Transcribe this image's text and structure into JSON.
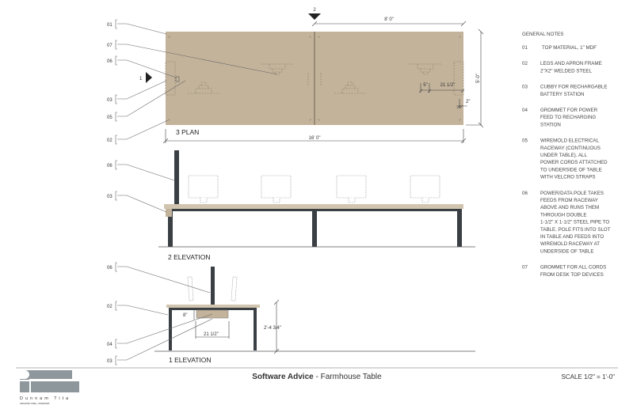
{
  "plan": {
    "title": "3  PLAN",
    "dim_total": "16' 0\"",
    "dim_half": "8' 0\"",
    "dim_depth": "5'-0\"",
    "dim_5": "5\"",
    "dim_21": "21 1/2\"",
    "dim_2": "2\"",
    "section_1": "1",
    "section_2": "2",
    "tags": [
      "01",
      "07",
      "06",
      "03",
      "05",
      "02"
    ],
    "top_color": "#c3b39b"
  },
  "elevation2": {
    "title": "2  ELEVATION",
    "tags": [
      "06",
      "03"
    ]
  },
  "elevation1": {
    "title": "1  ELEVATION",
    "tags": [
      "06",
      "02",
      "04",
      "03"
    ],
    "dim_height": "2'-4 3/4\"",
    "dim_8": "8\"",
    "dim_21": "21 1/2\""
  },
  "notes": {
    "heading": "GENERAL NOTES",
    "items": [
      {
        "num": "01",
        "lines": [
          "TOP MATERIAL, 1\" MDF"
        ]
      },
      {
        "num": "02",
        "lines": [
          "LEGS AND APRON FRAME",
          "2\"X2\" WELDED STEEL"
        ]
      },
      {
        "num": "03",
        "lines": [
          "CUBBY FOR RECHARGABLE",
          "BATTERY STATION"
        ]
      },
      {
        "num": "04",
        "lines": [
          "GROMMET FOR POWER",
          "FEED TO RECHARGING",
          "STATION"
        ]
      },
      {
        "num": "05",
        "lines": [
          "WIREMOLD ELECTRICAL",
          "RACEWAY (CONTINUOUS",
          "UNDER TABLE). ALL",
          "POWER CORDS ATTATCHED",
          "TO UNDERSIDE OF TABLE",
          "WITH VELCRO STRAPS"
        ]
      },
      {
        "num": "06",
        "lines": [
          "POWER/DATA POLE TAKES",
          "FEEDS FROM RACEWAY",
          "ABOVE AND RUNS THEM",
          "THROUGH DOUBLE",
          "1-1/2\" X 1-1/2\" STEEL PIPE TO",
          "TABLE.  POLE FITS INTO SLOT",
          "IN TABLE AND FEEDS INTO",
          "WIREMOLD RACEWAY AT",
          "UNDERSIDE OF TABLE"
        ]
      },
      {
        "num": "07",
        "lines": [
          "GROMMET FOR ALL CORDS",
          "FROM DESK TOP DEVICES"
        ]
      }
    ]
  },
  "footer": {
    "client": "Software Advice",
    "separator": " - ",
    "project": "Farmhouse Table",
    "scale": "SCALE 1/2\" = 1'-0\"",
    "logo_name": "Dunnam Tita",
    "logo_sub": "ARCHITECTURE  +  INTERIORS"
  }
}
